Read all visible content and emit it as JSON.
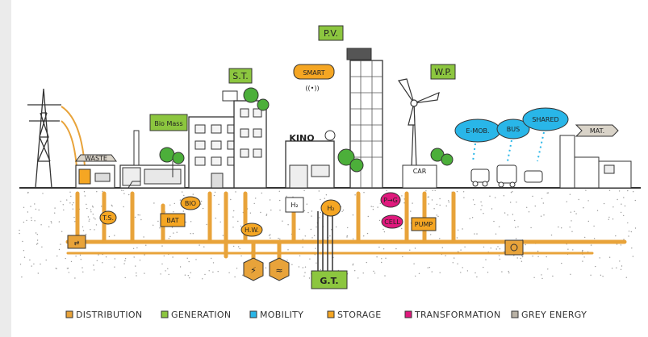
{
  "labels": {
    "pv": "P.V.",
    "st": "S.T.",
    "wp": "W.P.",
    "smart": "SMART",
    "biomass": "Bio Mass",
    "waste": "WASTE",
    "kino": "KINO",
    "emob": "E-MOB.",
    "bus": "BUS",
    "shared": "SHARED",
    "mat": "MAT.",
    "car": "CAR",
    "gt": "G.T.",
    "bat": "BAT",
    "bio": "BIO",
    "h2_building": "H₂",
    "h2_storage": "H₂",
    "ts": "T.S.",
    "hw": "H.W.",
    "cell": "CELL",
    "pump": "PUMP",
    "ptg": "P→G"
  },
  "legend": [
    {
      "label": "DISTRIBUTION",
      "color": "#e8a33a"
    },
    {
      "label": "GENERATION",
      "color": "#8cc63f"
    },
    {
      "label": "MOBILITY",
      "color": "#29b6e8"
    },
    {
      "label": "STORAGE",
      "color": "#f5a623"
    },
    {
      "label": "TRANSFORMATION",
      "color": "#e0197d"
    },
    {
      "label": "GREY ENERGY",
      "color": "#b9b2a5"
    }
  ],
  "colors": {
    "distribution": "#e8a33a",
    "generation": "#8cc63f",
    "mobility": "#29b6e8",
    "storage": "#f5a623",
    "transformation": "#e0197d",
    "grey": "#b9b2a5",
    "tree": "#4caf3a"
  }
}
